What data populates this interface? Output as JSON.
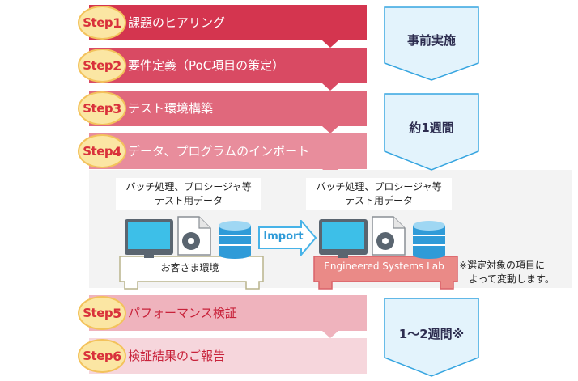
{
  "steps": [
    {
      "badge": "Step",
      "num": "1",
      "label": "課題のヒアリング"
    },
    {
      "badge": "Step",
      "num": "2",
      "label": "要件定義（PoC項目の策定）"
    },
    {
      "badge": "Step",
      "num": "3",
      "label": "テスト環境構築"
    },
    {
      "badge": "Step",
      "num": "4",
      "label": "データ、プログラムのインポート"
    },
    {
      "badge": "Step",
      "num": "5",
      "label": "パフォーマンス検証"
    },
    {
      "badge": "Step",
      "num": "6",
      "label": "検証結果のご報告"
    }
  ],
  "phases": [
    {
      "label": "事前実施"
    },
    {
      "label": "約1週間"
    },
    {
      "label": "1～2週間※"
    }
  ],
  "import_panel": {
    "left_callout": [
      "バッチ処理、プロシージャ等",
      "テスト用データ"
    ],
    "right_callout": [
      "バッチ処理、プロシージャ等",
      "テスト用データ"
    ],
    "import_label": "Import",
    "left_platform": "お客さま環境",
    "right_platform": "Engineered Systems Lab",
    "note": [
      "※選定対象の項目に",
      "よって変動します。"
    ]
  },
  "colors": {
    "step1": "#d4354f",
    "step2": "#d94a63",
    "step3": "#e0687c",
    "step4": "#e88d9c",
    "step5": "#efb3bd",
    "step6": "#f6d6dc",
    "badge_fill": "#fbe6a3",
    "badge_text": "#d9313b",
    "phase_fill": "#e3f3fc",
    "phase_stroke": "#36a5e0",
    "import_arrow": "#47b3e8",
    "lab_platform": "#ea8a87"
  }
}
